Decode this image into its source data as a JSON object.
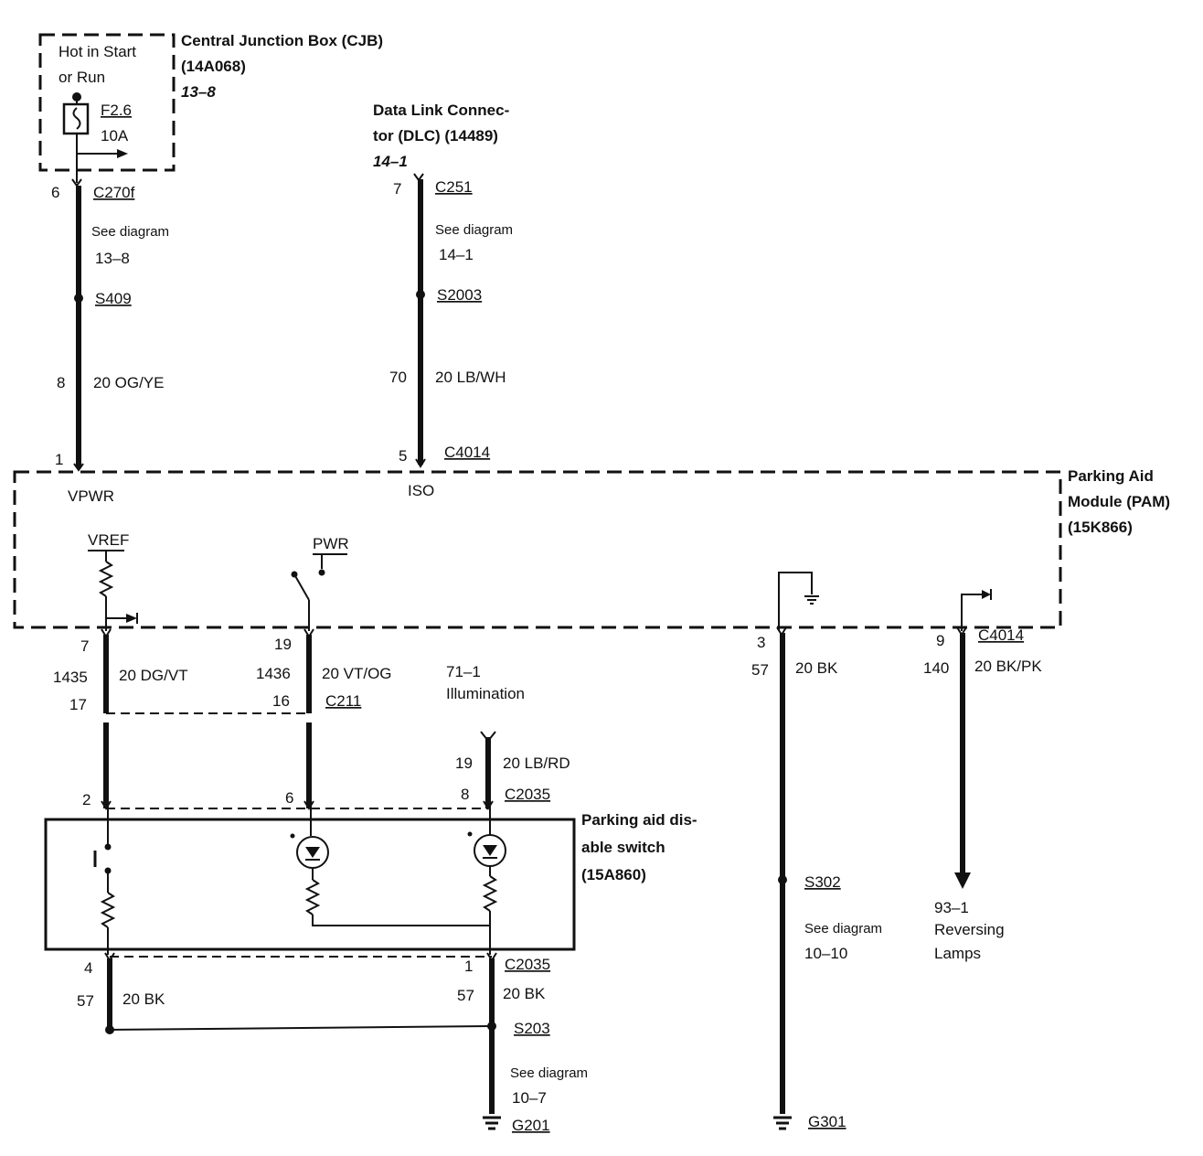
{
  "cjb": {
    "title": "Central Junction Box (CJB)",
    "part": "(14A068)",
    "ref": "13–8",
    "hot_line1": "Hot in Start",
    "hot_line2": "or Run",
    "fuse": "F2.6",
    "fuse_rating": "10A"
  },
  "dlc": {
    "title_line1": "Data Link Connec-",
    "title_line2": "tor (DLC) (14489)",
    "ref": "14–1"
  },
  "pam": {
    "title_line1": "Parking Aid",
    "title_line2": "Module (PAM)",
    "part": "(15K866)",
    "vpwr": "VPWR",
    "iso": "ISO",
    "vref": "VREF",
    "pwr": "PWR"
  },
  "switch": {
    "title_line1": "Parking aid dis-",
    "title_line2": "able switch",
    "part": "(15A860)"
  },
  "wire_cjb": {
    "pin_top": "6",
    "conn_top": "C270f",
    "see": "See diagram",
    "see_ref": "13–8",
    "splice": "S409",
    "circuit": "8",
    "gauge_color": "20 OG/YE",
    "pin_bottom": "1"
  },
  "wire_dlc": {
    "pin_top": "7",
    "conn_top": "C251",
    "see": "See diagram",
    "see_ref": "14–1",
    "splice": "S2003",
    "circuit": "70",
    "gauge_color": "20 LB/WH",
    "pin_bottom": "5",
    "conn_bottom": "C4014"
  },
  "wire_vref": {
    "pin_top": "7",
    "circuit": "1435",
    "gauge_color": "20 DG/VT",
    "pin_c211": "17",
    "pin_sw": "2"
  },
  "wire_pwr": {
    "pin_top": "19",
    "circuit": "1436",
    "gauge_color": "20 VT/OG",
    "pin_c211": "16",
    "conn_c211": "C211",
    "pin_sw": "6"
  },
  "illumination": {
    "ref": "71–1",
    "label": "Illumination",
    "circuit": "19",
    "gauge_color": "20 LB/RD",
    "pin_sw": "8",
    "conn": "C2035"
  },
  "switch_ground": {
    "left_pin": "4",
    "left_circuit": "57",
    "left_gauge": "20 BK",
    "right_pin": "1",
    "right_conn": "C2035",
    "right_circuit": "57",
    "right_gauge": "20 BK",
    "splice": "S203",
    "see": "See diagram",
    "see_ref": "10–7",
    "ground": "G201"
  },
  "pam_ground": {
    "pin": "3",
    "circuit": "57",
    "gauge_color": "20 BK",
    "splice": "S302",
    "see": "See diagram",
    "see_ref": "10–10",
    "ground": "G301"
  },
  "reverse": {
    "pin": "9",
    "conn": "C4014",
    "circuit": "140",
    "gauge_color": "20 BK/PK",
    "ref": "93–1",
    "label_line1": "Reversing",
    "label_line2": "Lamps"
  }
}
